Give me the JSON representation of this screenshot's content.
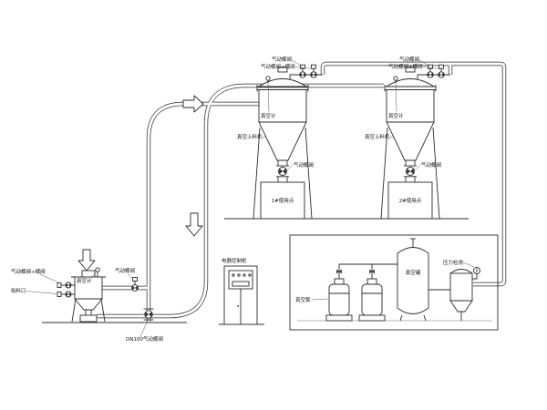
{
  "drawing": {
    "background": "#ffffff",
    "ink": "#2b2b2b",
    "type": "vacuum pneumatic conveying system P&ID"
  },
  "receivers": [
    {
      "gauge_label": "真空计",
      "unit_label": "真空上料机",
      "top_valve_label": "气动蝶阀",
      "top_valve_combo_label": "气动蝶阀+蝶阀",
      "discharge_valve_label": "气动蝶阀",
      "station_label": "1#使用点"
    },
    {
      "gauge_label": "真空计",
      "unit_label": "真空上料机",
      "top_valve_label": "气动蝶阀",
      "top_valve_combo_label": "气动蝶阀+蝶阀",
      "discharge_valve_label": "气动蝶阀",
      "station_label": "2#使用点"
    }
  ],
  "feed_station": {
    "inlet_valve_label": "气动蝶阀+蝶阀",
    "suction_label": "吸料口",
    "gauge_label": "真空计",
    "line_valve_label": "气动蝶阀",
    "bottom_valve_label": "DN100气动蝶阀"
  },
  "control_cabinet": {
    "label": "电器控制柜"
  },
  "pump_room": {
    "pump_label": "真空泵",
    "tank_label": "真空罐",
    "pressure_label": "压力检测",
    "pressure_gauge_letter": "P"
  },
  "icons": {
    "feed_arrow": "arrow-down",
    "convey_arrow": "arrow-right",
    "drop_arrow": "arrow-down",
    "pressure_gauge": "circle-P"
  }
}
